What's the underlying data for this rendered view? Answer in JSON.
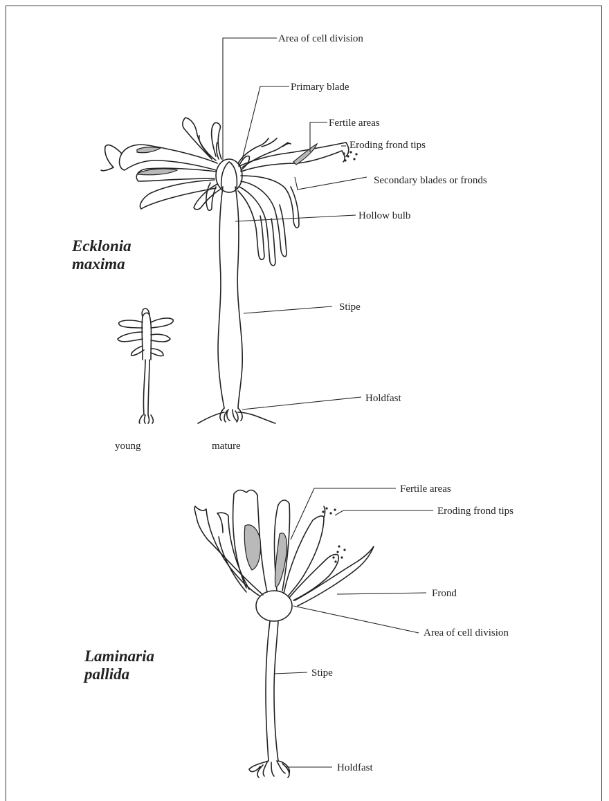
{
  "ecklonia": {
    "species_line1": "Ecklonia",
    "species_line2": "maxima",
    "labels": {
      "area_cell_division": "Area of cell division",
      "primary_blade": "Primary blade",
      "fertile_areas": "Fertile areas",
      "eroding_frond_tips": "Eroding frond tips",
      "secondary_blades": "Secondary blades or fronds",
      "hollow_bulb": "Hollow bulb",
      "stipe": "Stipe",
      "holdfast": "Holdfast"
    },
    "stage_young": "young",
    "stage_mature": "mature"
  },
  "laminaria": {
    "species_line1": "Laminaria",
    "species_line2": "pallida",
    "labels": {
      "fertile_areas": "Fertile areas",
      "eroding_frond_tips": "Eroding frond tips",
      "frond": "Frond",
      "area_cell_division": "Area of cell division",
      "stipe": "Stipe",
      "holdfast": "Holdfast"
    }
  }
}
